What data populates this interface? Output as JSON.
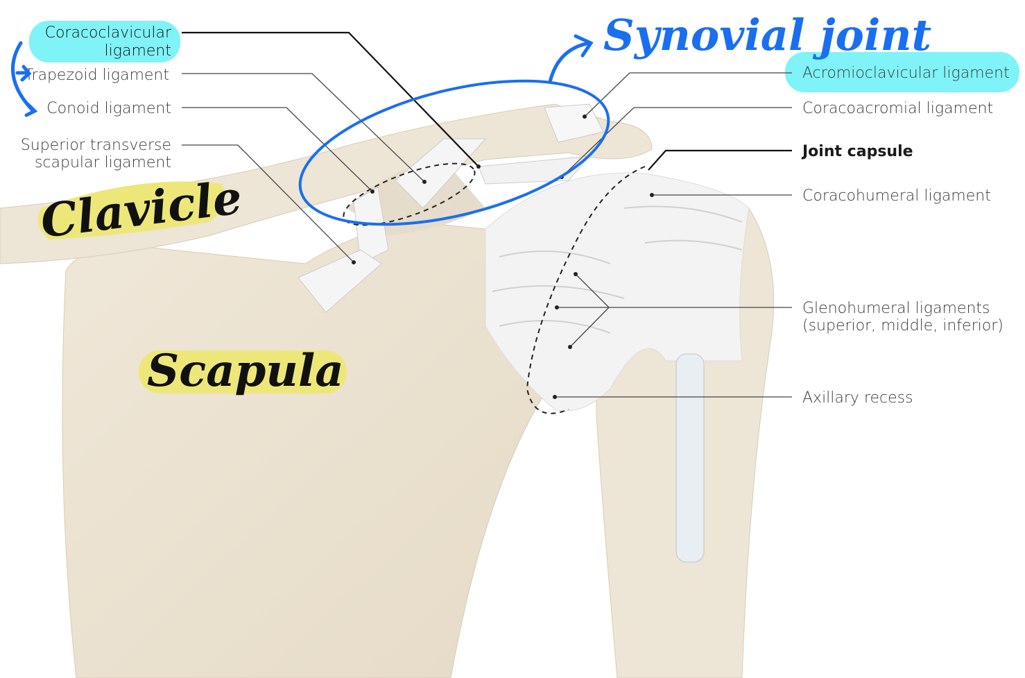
{
  "left_labels": {
    "coracoclavicular": [
      "Coracoclavicular",
      "ligament"
    ],
    "trapezoid": "Trapezoid ligament",
    "conoid": "Conoid ligament",
    "superior_transverse": [
      "Superior transverse",
      "scapular ligament"
    ]
  },
  "right_labels": {
    "acromioclavicular": "Acromioclavicular ligament",
    "coracoacromial": "Coracoacromial ligament",
    "joint_capsule": "Joint capsule",
    "coracohumeral": "Coracohumeral ligament",
    "glenohumeral": [
      "Glenohumeral ligaments",
      "(superior, middle, inferior)"
    ],
    "axillary_recess": "Axillary recess"
  },
  "annotations": {
    "synovial_joint": "Synovial joint",
    "clavicle": "Clavicle",
    "scapula": "Scapula"
  },
  "colors": {
    "highlight_cyan": "#7ff3f7",
    "highlight_yellow": "#ede77a",
    "annotation_blue": "#1a6ff0",
    "bone": "#ece3d3",
    "ligament": "#f4f4f4"
  }
}
